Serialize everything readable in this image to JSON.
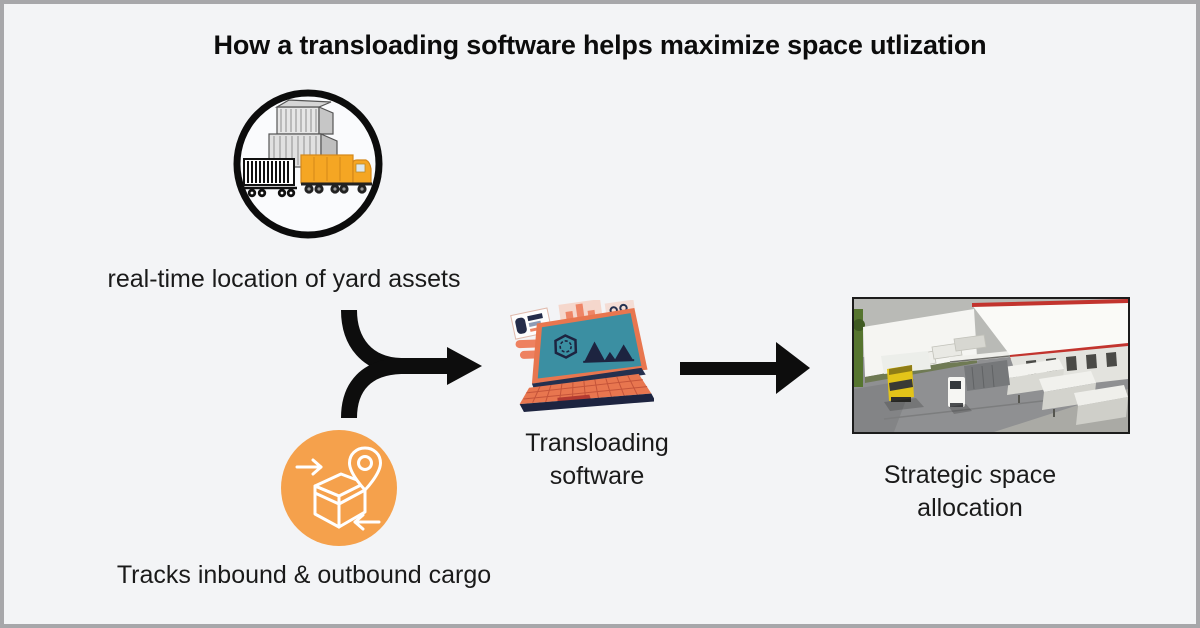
{
  "title": "How a transloading software helps maximize space utlization",
  "nodes": {
    "yard_assets": {
      "label": "real-time location of yard assets",
      "icon": "shipping-containers-and-truck"
    },
    "cargo_tracking": {
      "label": "Tracks inbound & outbound cargo",
      "icon": "package-with-location-pin"
    },
    "software": {
      "label": "Transloading software",
      "icon": "laptop-dashboard-illustration"
    },
    "allocation": {
      "label": "Strategic space allocation",
      "icon": "warehouse-loading-dock-photo"
    }
  },
  "flow_icons": [
    "merge-arrow",
    "right-arrow"
  ],
  "colors": {
    "background": "#f3f4f6",
    "frame_border": "#a7a7aa",
    "text": "#1a1a1a",
    "arrow": "#0d0d0d",
    "ring": "#0c0c0c",
    "ring_fill": "#fafbfd",
    "cargo_orange": "#f5a14c",
    "truck_orange": "#f5a623",
    "laptop_orange": "#e8764f",
    "laptop_screen": "#3b8fa2",
    "laptop_navy": "#1d2440",
    "laptop_red": "#b23a31",
    "photo_border": "#1c1c1c",
    "photo_red_stripe": "#c2342e"
  }
}
